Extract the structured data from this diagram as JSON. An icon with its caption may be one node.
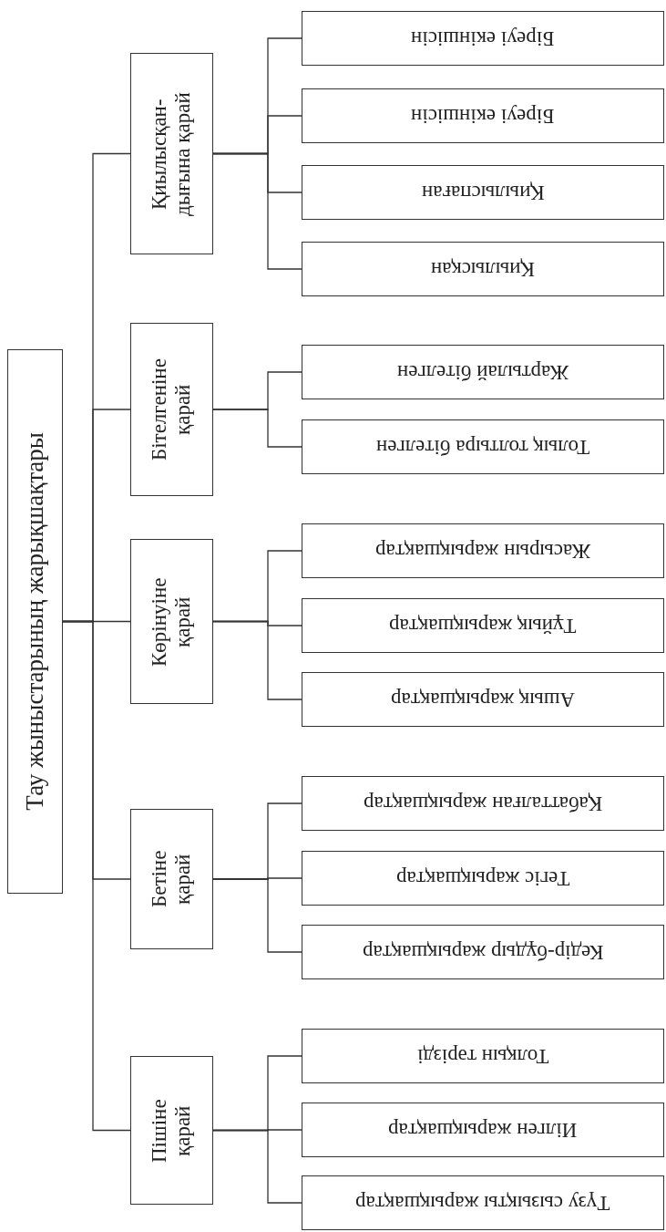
{
  "diagram": {
    "nodes": [
      {
        "text": [
          "Тау жыныстарының жарықшақтары"
        ]
      },
      {
        "text": [
          "Қиылысқан- дығына қарай"
        ]
      },
      {
        "text": [
          "Біреуі екіншісін"
        ]
      },
      {
        "text": [
          "Біреуі екіншісін"
        ]
      },
      {
        "text": [
          "Қиылыспаған"
        ]
      },
      {
        "text": [
          "Қиылысқан"
        ]
      },
      {
        "text": [
          "Бітелгеніне қарай"
        ]
      },
      {
        "text": [
          "Жартылай бітелген"
        ]
      },
      {
        "text": [
          "Толық толтыра бітелген"
        ]
      },
      {
        "text": [
          "Көрінуіне қарай"
        ]
      },
      {
        "text": [
          "Жасырын жарықшақтар"
        ]
      },
      {
        "text": [
          "Тұйық жарықшақтар"
        ]
      },
      {
        "text": [
          "Ашық жарықшақтар"
        ]
      },
      {
        "text": [
          "Бетіне қарай"
        ]
      },
      {
        "text": [
          "Қабатталған жарықшақтар"
        ]
      },
      {
        "text": [
          "Тегіс жарықшақтар"
        ]
      },
      {
        "text": [
          "Кедір-бұдыр жарықшақтар"
        ]
      },
      {
        "text": [
          "Пішіне қарай"
        ]
      },
      {
        "text": [
          "Толқын тәрізді"
        ]
      },
      {
        "text": [
          "Иілген жарықшақтар"
        ]
      },
      {
        "text": [
          "Түзу сызықты жарықшақтар"
        ]
      }
    ],
    "edges": [
      {
        "from": 0,
        "to": 1,
        "arrow": "none"
      },
      {
        "from": 0,
        "to": 6,
        "arrow": "none"
      },
      {
        "from": 0,
        "to": 9,
        "arrow": "none"
      },
      {
        "from": 0,
        "to": 13,
        "arrow": "none"
      },
      {
        "from": 0,
        "to": 17,
        "arrow": "none"
      },
      {
        "from": 1,
        "to": 2,
        "arrow": "none"
      },
      {
        "from": 1,
        "to": 3,
        "arrow": "none"
      },
      {
        "from": 1,
        "to": 4,
        "arrow": "none"
      },
      {
        "from": 1,
        "to": 5,
        "arrow": "none"
      },
      {
        "from": 6,
        "to": 7,
        "arrow": "none"
      },
      {
        "from": 6,
        "to": 8,
        "arrow": "none"
      },
      {
        "from": 9,
        "to": 10,
        "arrow": "none"
      },
      {
        "from": 9,
        "to": 11,
        "arrow": "none"
      },
      {
        "from": 9,
        "to": 12,
        "arrow": "none"
      },
      {
        "from": 13,
        "to": 14,
        "arrow": "none"
      },
      {
        "from": 13,
        "to": 15,
        "arrow": "none"
      },
      {
        "from": 13,
        "to": 16,
        "arrow": "none"
      },
      {
        "from": 17,
        "to": 18,
        "arrow": "none"
      },
      {
        "from": 17,
        "to": 19,
        "arrow": "none"
      },
      {
        "from": 17,
        "to": 20,
        "arrow": "none"
      }
    ]
  }
}
